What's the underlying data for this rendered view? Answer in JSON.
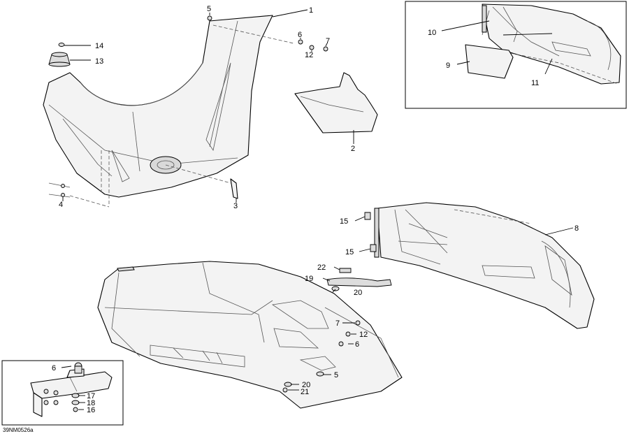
{
  "drawing_code": "39NM0526a",
  "callouts": [
    {
      "id": "c1",
      "label": "1"
    },
    {
      "id": "c2",
      "label": "2"
    },
    {
      "id": "c3",
      "label": "3"
    },
    {
      "id": "c4",
      "label": "4"
    },
    {
      "id": "c5a",
      "label": "5"
    },
    {
      "id": "c5b",
      "label": "5"
    },
    {
      "id": "c6a",
      "label": "6"
    },
    {
      "id": "c6b",
      "label": "6"
    },
    {
      "id": "c6c",
      "label": "6"
    },
    {
      "id": "c7a",
      "label": "7"
    },
    {
      "id": "c7b",
      "label": "7"
    },
    {
      "id": "c8",
      "label": "8"
    },
    {
      "id": "c9",
      "label": "9"
    },
    {
      "id": "c10",
      "label": "10"
    },
    {
      "id": "c11",
      "label": "11"
    },
    {
      "id": "c12a",
      "label": "12"
    },
    {
      "id": "c12b",
      "label": "12"
    },
    {
      "id": "c13",
      "label": "13"
    },
    {
      "id": "c14",
      "label": "14"
    },
    {
      "id": "c15a",
      "label": "15"
    },
    {
      "id": "c15b",
      "label": "15"
    },
    {
      "id": "c16",
      "label": "16"
    },
    {
      "id": "c17",
      "label": "17"
    },
    {
      "id": "c18",
      "label": "18"
    },
    {
      "id": "c19",
      "label": "19"
    },
    {
      "id": "c20a",
      "label": "20"
    },
    {
      "id": "c20b",
      "label": "20"
    },
    {
      "id": "c21",
      "label": "21"
    },
    {
      "id": "c22",
      "label": "22"
    }
  ]
}
